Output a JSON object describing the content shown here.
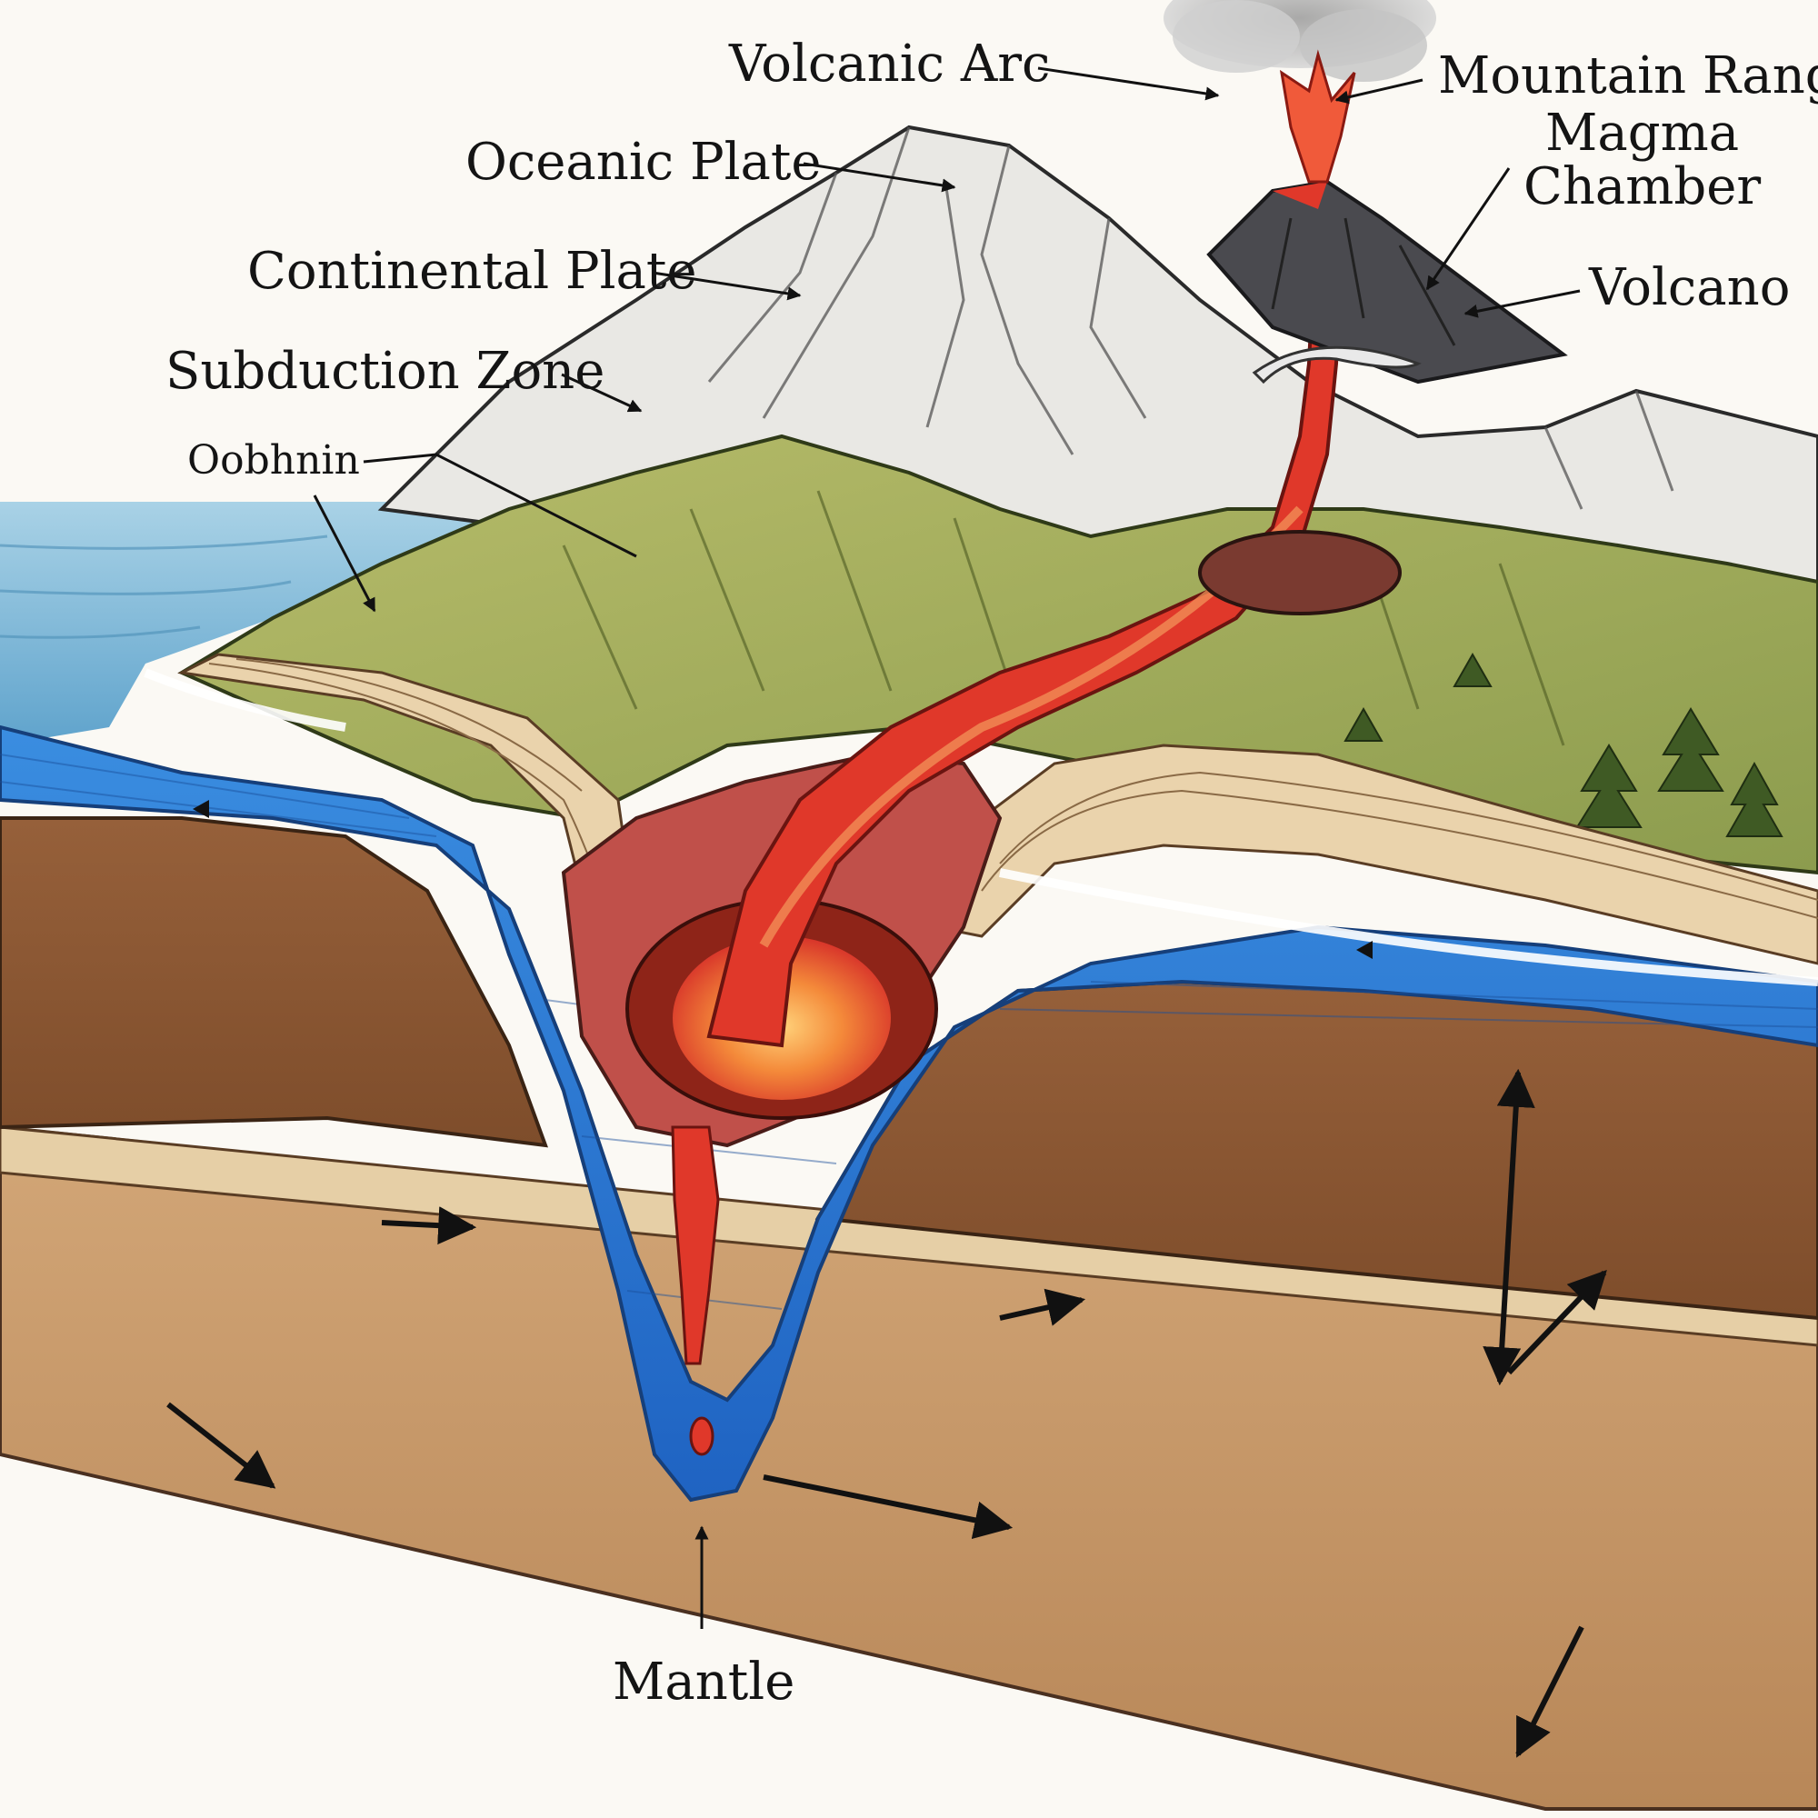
{
  "labels": {
    "volcanic_arc": "Volcanic Arc",
    "mountain_range": "Mountain Range",
    "magma_chamber_line1": "Magma",
    "magma_chamber_line2": "Chamber",
    "oceanic_plate": "Oceanic Plate",
    "continental_plate": "Continental Plate",
    "volcano": "Volcano",
    "subduction_zone": "Subduction Zone",
    "unknown_label": "Oobhnin",
    "mantle": "Mantle"
  },
  "colors": {
    "ocean": "#7fb8d6",
    "subducting_water": "#2d7fd6",
    "magma": "#e0382a",
    "magma_core": "#f4a640",
    "crust_brown": "#8e5a34",
    "mantle_tan": "#c99a6a",
    "mountain_green": "#9fae5e",
    "snow": "#f2f2ef",
    "volcano_dark": "#4a4a4f"
  }
}
